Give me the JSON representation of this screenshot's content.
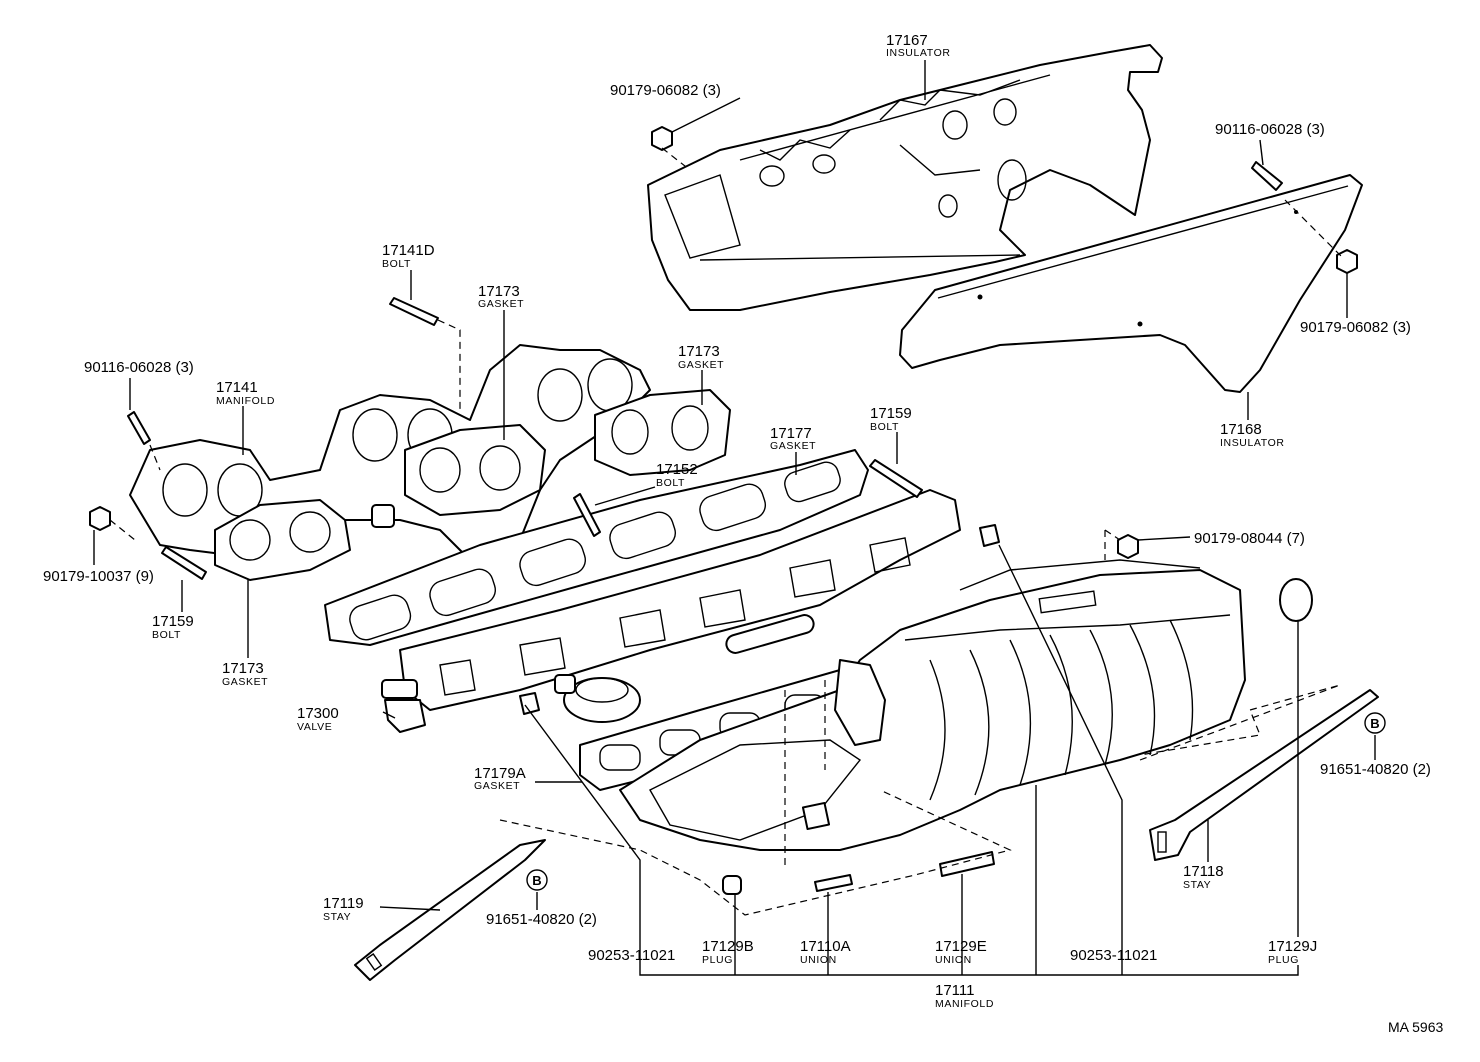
{
  "labels": [
    {
      "num": "17167",
      "name": "INSULATOR"
    },
    {
      "num": "90179-06082 (3)",
      "name": ""
    },
    {
      "num": "90116-06028 (3)",
      "name": ""
    },
    {
      "num": "90179-06082 (3)",
      "name": ""
    },
    {
      "num": "17168",
      "name": "INSULATOR"
    },
    {
      "num": "17141D",
      "name": "BOLT"
    },
    {
      "num": "17173",
      "name": "GASKET"
    },
    {
      "num": "17173",
      "name": "GASKET"
    },
    {
      "num": "90116-06028 (3)",
      "name": ""
    },
    {
      "num": "17141",
      "name": "MANIFOLD"
    },
    {
      "num": "17159",
      "name": "BOLT"
    },
    {
      "num": "17177",
      "name": "GASKET"
    },
    {
      "num": "17152",
      "name": "BOLT"
    },
    {
      "num": "90179-08044 (7)",
      "name": ""
    },
    {
      "num": "90179-10037 (9)",
      "name": ""
    },
    {
      "num": "17159",
      "name": "BOLT"
    },
    {
      "num": "17173",
      "name": "GASKET"
    },
    {
      "num": "17300",
      "name": "VALVE"
    },
    {
      "num": "17179A",
      "name": "GASKET"
    },
    {
      "num": "91651-40820 (2)",
      "name": ""
    },
    {
      "num": "17118",
      "name": "STAY"
    },
    {
      "num": "17119",
      "name": "STAY"
    },
    {
      "num": "91651-40820 (2)",
      "name": ""
    },
    {
      "num": "90253-11021",
      "name": ""
    },
    {
      "num": "17129B",
      "name": "PLUG"
    },
    {
      "num": "17110A",
      "name": "UNION"
    },
    {
      "num": "17129E",
      "name": "UNION"
    },
    {
      "num": "90253-11021",
      "name": ""
    },
    {
      "num": "17129J",
      "name": "PLUG"
    },
    {
      "num": "17111",
      "name": "MANIFOLD"
    }
  ],
  "markers": [
    "B",
    "B"
  ],
  "reference_code": "MA 5963"
}
